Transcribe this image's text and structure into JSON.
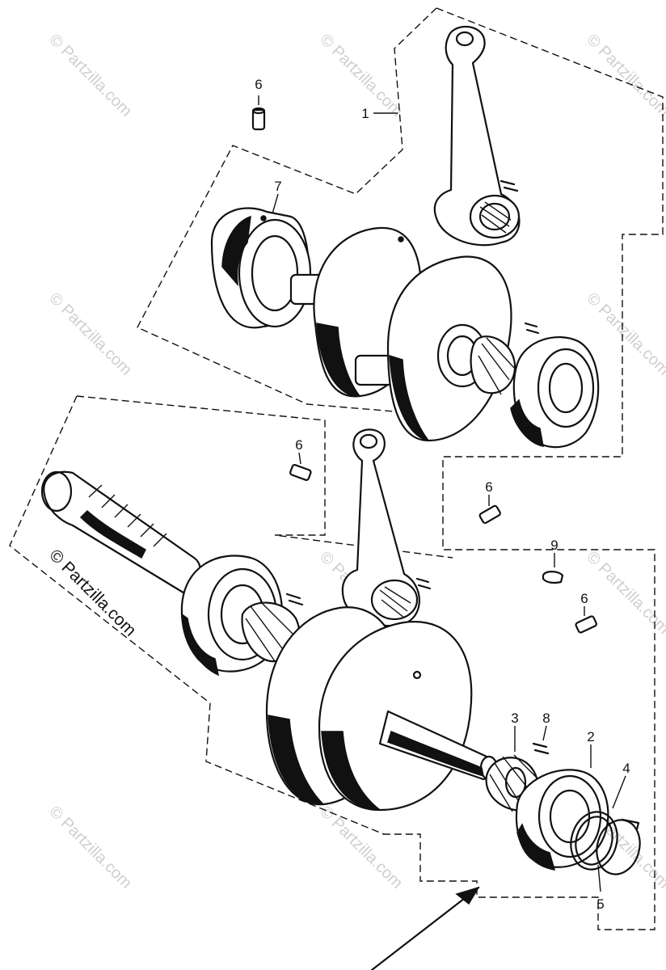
{
  "diagram": {
    "callouts": {
      "c1": "1",
      "c2": "2",
      "c3": "3",
      "c4": "4",
      "c5": "5",
      "c6a": "6",
      "c6b": "6",
      "c6c": "6",
      "c6d": "6",
      "c7": "7",
      "c8": "8",
      "c9": "9"
    },
    "watermark": "© Partzilla.com",
    "copyright": "© Partzilla.com"
  }
}
